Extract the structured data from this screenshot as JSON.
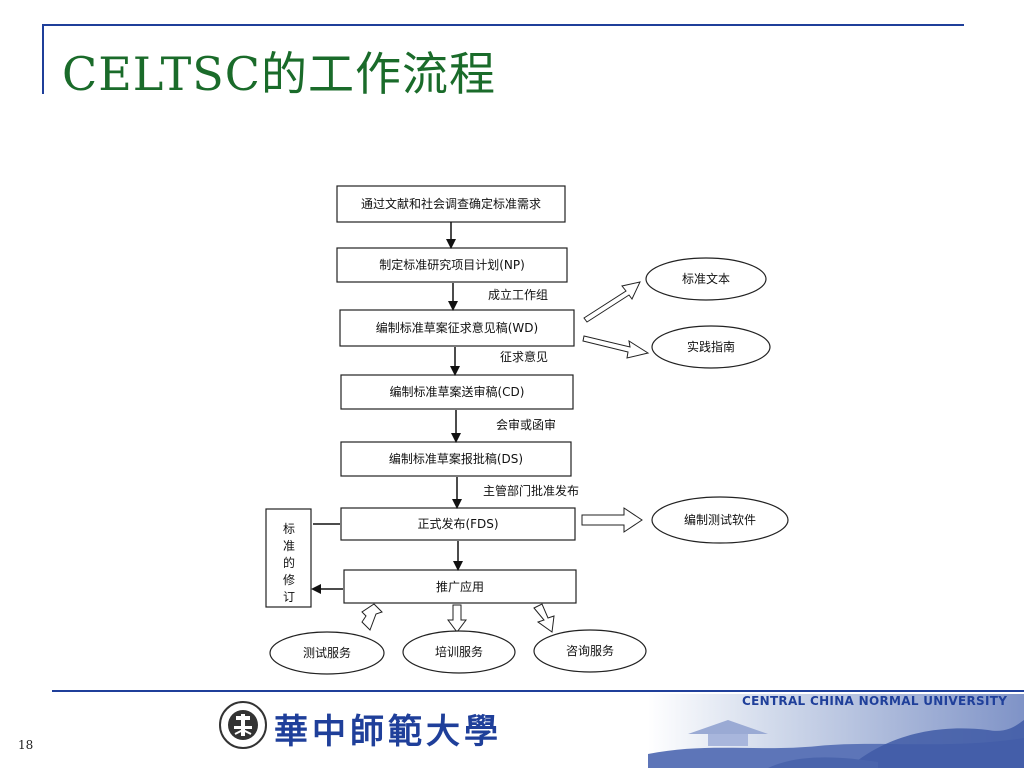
{
  "slide": {
    "title": "CELTSC的工作流程",
    "page_number": "18"
  },
  "flow": {
    "steps": [
      "通过文献和社会调查确定标准需求",
      "制定标准研究项目计划(NP)",
      "编制标准草案征求意见稿(WD)",
      "编制标准草案送审稿(CD)",
      "编制标准草案报批稿(DS)",
      "正式发布(FDS)",
      "推广应用"
    ],
    "transition_labels": [
      "成立工作组",
      "征求意见",
      "会审或函审",
      "主管部门批准发布"
    ],
    "outputs": [
      "标准文本",
      "实践指南",
      "编制测试软件"
    ],
    "revision_box": "标准的修订",
    "services": [
      "测试服务",
      "培训服务",
      "咨询服务"
    ]
  },
  "footer": {
    "university_cn": "華中師範大學",
    "university_en": "CENTRAL CHINA NORMAL UNIVERSITY"
  }
}
